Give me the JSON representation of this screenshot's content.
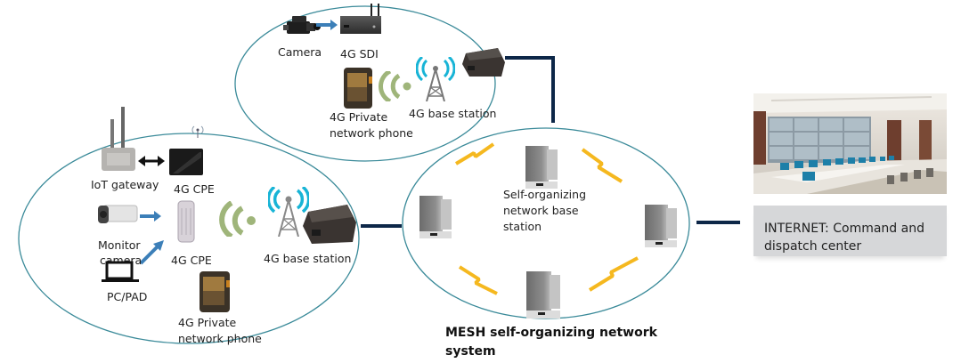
{
  "diagram": {
    "top_group": {
      "labels": {
        "camera": "Camera",
        "sdi": "4G SDI",
        "phone": [
          "4G Private",
          "network phone"
        ],
        "base_station": "4G base station"
      }
    },
    "left_group": {
      "labels": {
        "iot_gateway": "IoT gateway",
        "cpe_top": "4G CPE",
        "monitor_camera": [
          "Monitor",
          "camera"
        ],
        "cpe_outdoor": "4G CPE",
        "pc_pad": "PC/PAD",
        "phone": [
          "4G Private",
          "network phone"
        ],
        "base_station": "4G base station"
      }
    },
    "mesh_group": {
      "center_label": [
        "Self-organizing",
        "network base",
        "station"
      ],
      "title": [
        "MESH self-organizing network",
        "system"
      ]
    },
    "dispatch_center": {
      "caption": [
        "INTERNET: Command and",
        "dispatch center"
      ]
    },
    "colors": {
      "ellipse_stroke": "#3a8a99",
      "connector": "#0d2748",
      "arrow_blue": "#3c7fb8",
      "signal_green": "#9fb57a",
      "signal_cyan": "#18b4d6",
      "lightning": "#f5b81f",
      "caption_bg": "#d6d7d9"
    }
  }
}
